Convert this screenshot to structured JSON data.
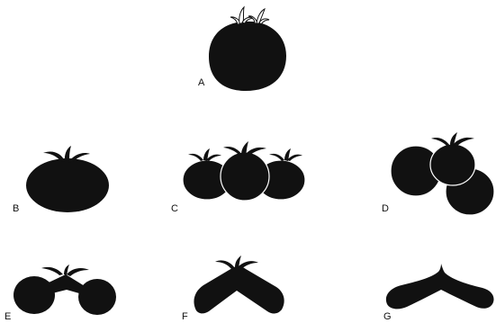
{
  "figure": {
    "panels": [
      {
        "label": "A"
      },
      {
        "label": "B"
      },
      {
        "label": "C"
      },
      {
        "label": "D"
      },
      {
        "label": "E"
      },
      {
        "label": "F"
      },
      {
        "label": "G"
      }
    ]
  },
  "colors": {
    "silhouette": "#111111",
    "sprout_outline": "#111111",
    "sprout_fill": "#ffffff",
    "background": "#ffffff"
  },
  "icons": {
    "sprout": "leaf-sprout-icon"
  }
}
